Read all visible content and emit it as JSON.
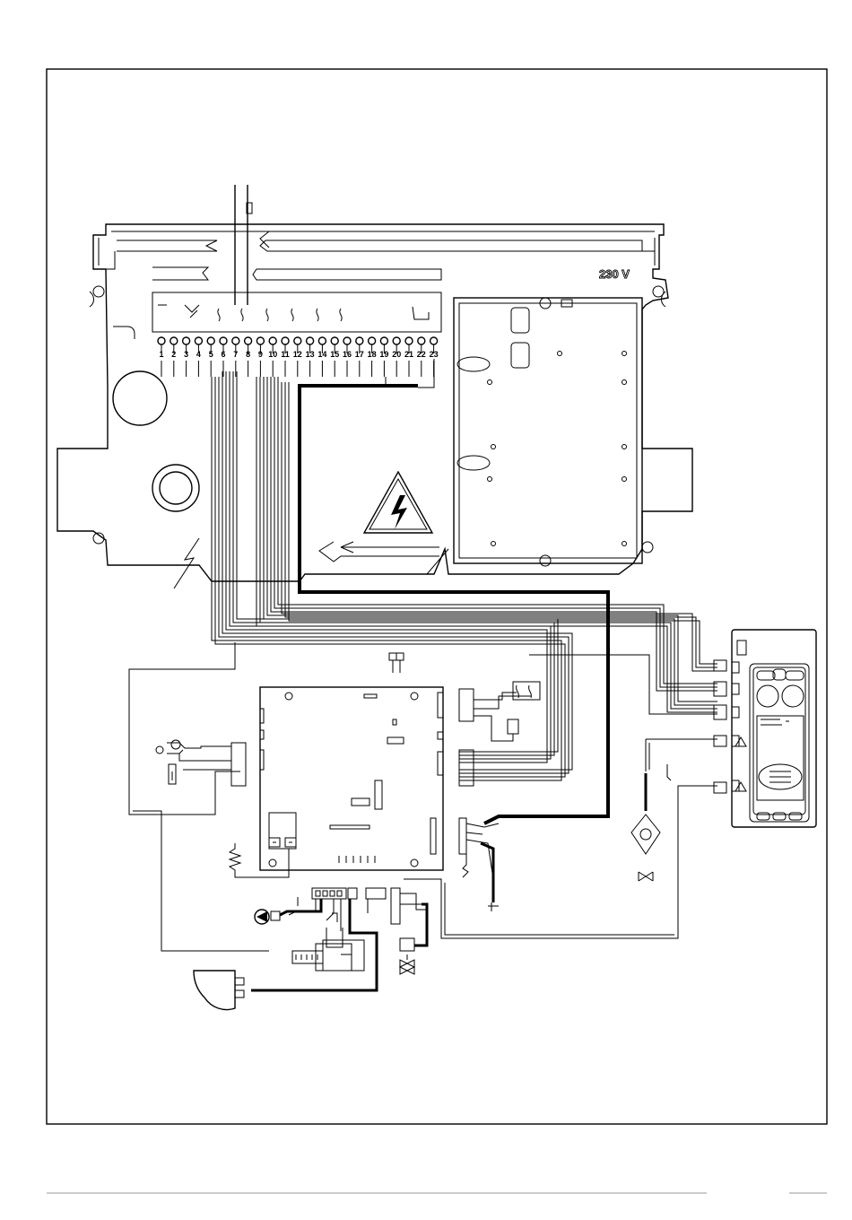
{
  "supply": {
    "voltage_label": "230 V"
  },
  "terminal_strip": {
    "terminals": [
      "1",
      "2",
      "3",
      "4",
      "5",
      "6",
      "7",
      "8",
      "9",
      "10",
      "11",
      "12",
      "13",
      "14",
      "15",
      "16",
      "17",
      "18",
      "19",
      "20",
      "21",
      "22",
      "23"
    ]
  },
  "icons": {
    "warning": "high-voltage-warning-icon",
    "pump": "circulation-pump-icon",
    "fan": "fan-blower-icon",
    "valve": "three-way-valve-icon",
    "sensor": "temperature-sensor-icon",
    "earth": "earth-ground-icon"
  }
}
